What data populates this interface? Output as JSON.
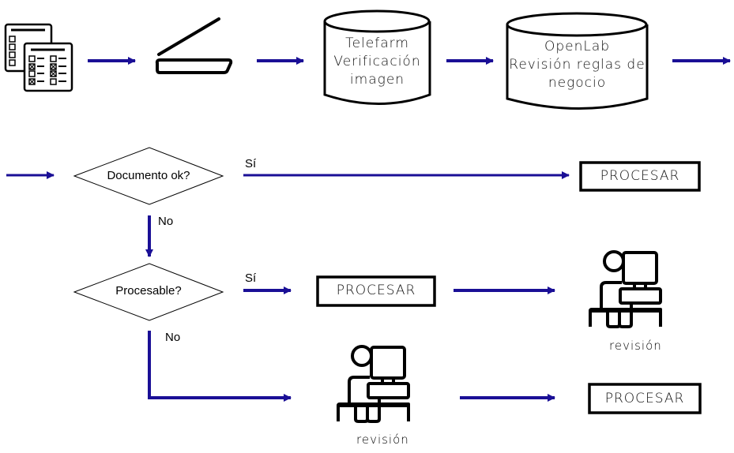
{
  "diagram": {
    "top_row": {
      "forms_icon": "checklist-forms-icon",
      "scanner_icon": "flatbed-scanner-icon",
      "telefarm": {
        "lines": [
          "Telefarm",
          "Verificación",
          "imagen"
        ]
      },
      "openlab": {
        "lines": [
          "OpenLab",
          "Revisión reglas de",
          "negocio"
        ]
      }
    },
    "decisions": {
      "documento_ok": {
        "label": "Documento ok?",
        "yes_label": "Sí",
        "no_label": "No"
      },
      "procesable": {
        "label": "Procesable?",
        "yes_label": "Sí",
        "no_label": "No"
      }
    },
    "process_boxes": {
      "procesar_1": "PROCESAR",
      "procesar_2": "PROCESAR",
      "procesar_3": "PROCESAR"
    },
    "review_stations": {
      "revision_1": "revisión",
      "revision_2": "revisión"
    },
    "colors": {
      "arrow": "#1a0f96",
      "outline": "#000000"
    }
  }
}
